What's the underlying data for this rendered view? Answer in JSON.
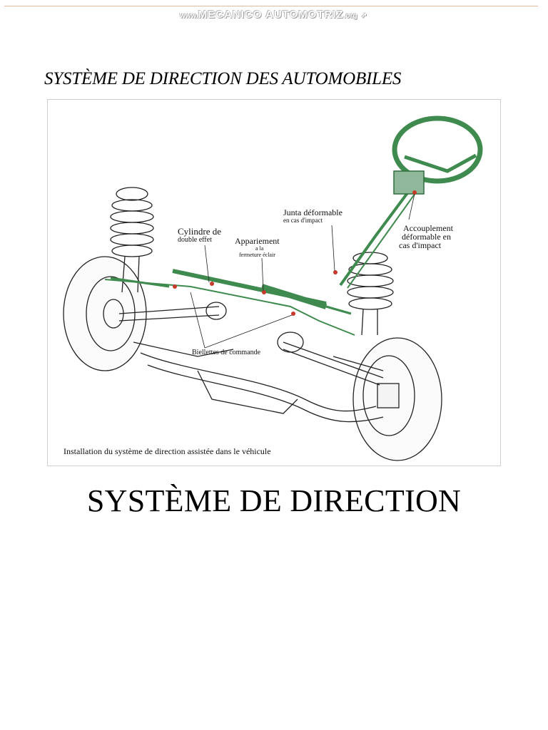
{
  "header": {
    "watermark_prefix": "www.",
    "watermark_main": "MECANICO AUTOMOTRIZ",
    "watermark_suffix": ".org"
  },
  "document": {
    "title": "SYSTÈME DE DIRECTION DES AUTOMOBILES",
    "main_heading": "SYSTÈME DE DIRECTION"
  },
  "figure": {
    "labels": {
      "cylindre_line1": "Cylindre de",
      "cylindre_line2": "double effet",
      "appariement_line1": "Appariement",
      "appariement_line2": "a la",
      "appariement_line3": "fermeture éclair",
      "junta_line1": "Junta déformable",
      "junta_line2": "en cas d'impact",
      "accouplement_line1": "Accouplement",
      "accouplement_line2": "déformable en",
      "accouplement_line3": "cas d'impact",
      "biellettes": "Biellettes de commande"
    },
    "caption": "Installation du système de direction assistée dans le véhicule",
    "colors": {
      "steering_green": "#3f8a4e",
      "line_art": "#222222"
    }
  }
}
